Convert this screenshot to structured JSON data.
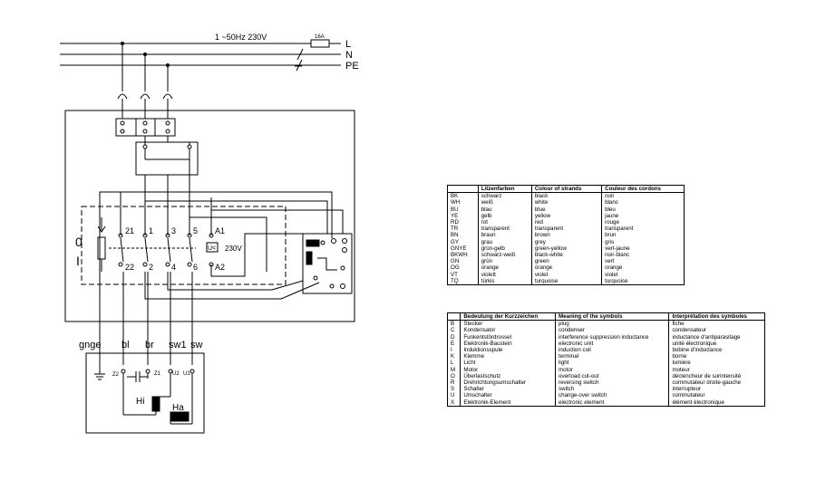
{
  "supply": {
    "voltage_label": "1 ~50Hz 230V",
    "fuse_label": "16A",
    "line_labels": [
      "L",
      "N",
      "PE"
    ]
  },
  "switch": {
    "pos_off": "0",
    "pos_on": "I",
    "terminals_top": [
      "21",
      "1",
      "3",
      "5",
      "A1"
    ],
    "terminals_bottom": [
      "22",
      "2",
      "4",
      "6",
      "A2"
    ],
    "coil_label": "U<",
    "coil_voltage": "230V"
  },
  "wires": [
    "gnge",
    "bl",
    "br",
    "sw1",
    "sw"
  ],
  "motor": {
    "terminals": [
      "Z2",
      "Z1",
      "U2",
      "U1"
    ],
    "winding_hi": "Hi",
    "winding_ha": "Ha"
  },
  "colors_table": {
    "headers": [
      "",
      "Litzenfarben",
      "Colour of strands",
      "Couleur des cordons"
    ],
    "rows": [
      [
        "BK",
        "schwarz",
        "black",
        "noir"
      ],
      [
        "WH",
        "weiß",
        "white",
        "blanc"
      ],
      [
        "BU",
        "blau",
        "blue",
        "bleu"
      ],
      [
        "YE",
        "gelb",
        "yellow",
        "jaune"
      ],
      [
        "RD",
        "rot",
        "red",
        "rouge"
      ],
      [
        "TR",
        "transparent",
        "transparent",
        "transparent"
      ],
      [
        "BN",
        "braun",
        "brown",
        "brun"
      ],
      [
        "GY",
        "grau",
        "grey",
        "gris"
      ],
      [
        "GNYE",
        "grün-gelb",
        "green-yellow",
        "vert-jaune"
      ],
      [
        "BKWH",
        "schwarz-weiß",
        "black-white",
        "noir-blanc"
      ],
      [
        "GN",
        "grün",
        "green",
        "vert"
      ],
      [
        "OG",
        "orange",
        "orange",
        "orange"
      ],
      [
        "VT",
        "violett",
        "violet",
        "violet"
      ],
      [
        "TQ",
        "türkis",
        "turquoise",
        "turquoise"
      ]
    ]
  },
  "symbols_table": {
    "headers": [
      "",
      "Bedeutung der Kurzzeichen",
      "Meaning of the symbols",
      "Interprétation des symboles"
    ],
    "rows": [
      [
        "B",
        "Stecker",
        "plug",
        "fiche"
      ],
      [
        "C",
        "Kondensator",
        "condenser",
        "condensateur"
      ],
      [
        "D",
        "Funkentstördrossel",
        "interference suppression inductance",
        "inductance d'antiparasitage"
      ],
      [
        "E",
        "Elektronik-Baustein",
        "electronic unit",
        "unité électronique"
      ],
      [
        "I",
        "Induktionsspule",
        "induction coil",
        "bobine d'inductance"
      ],
      [
        "K",
        "Klemme",
        "terminal",
        "borne"
      ],
      [
        "L",
        "Licht",
        "light",
        "lumière"
      ],
      [
        "M",
        "Motor",
        "motor",
        "moteur"
      ],
      [
        "O",
        "Überlastschutz",
        "overload cut-out",
        "déclencheur de surintensité"
      ],
      [
        "R",
        "Drehrichtungsumschalter",
        "reversing switch",
        "commutateur droite-gauche"
      ],
      [
        "S",
        "Schalter",
        "switch",
        "interrupteur"
      ],
      [
        "U",
        "Umschalter",
        "change-over switch",
        "commutateur"
      ],
      [
        "X",
        "Elektronik-Element",
        "electronic element",
        "élément électronique"
      ]
    ]
  }
}
